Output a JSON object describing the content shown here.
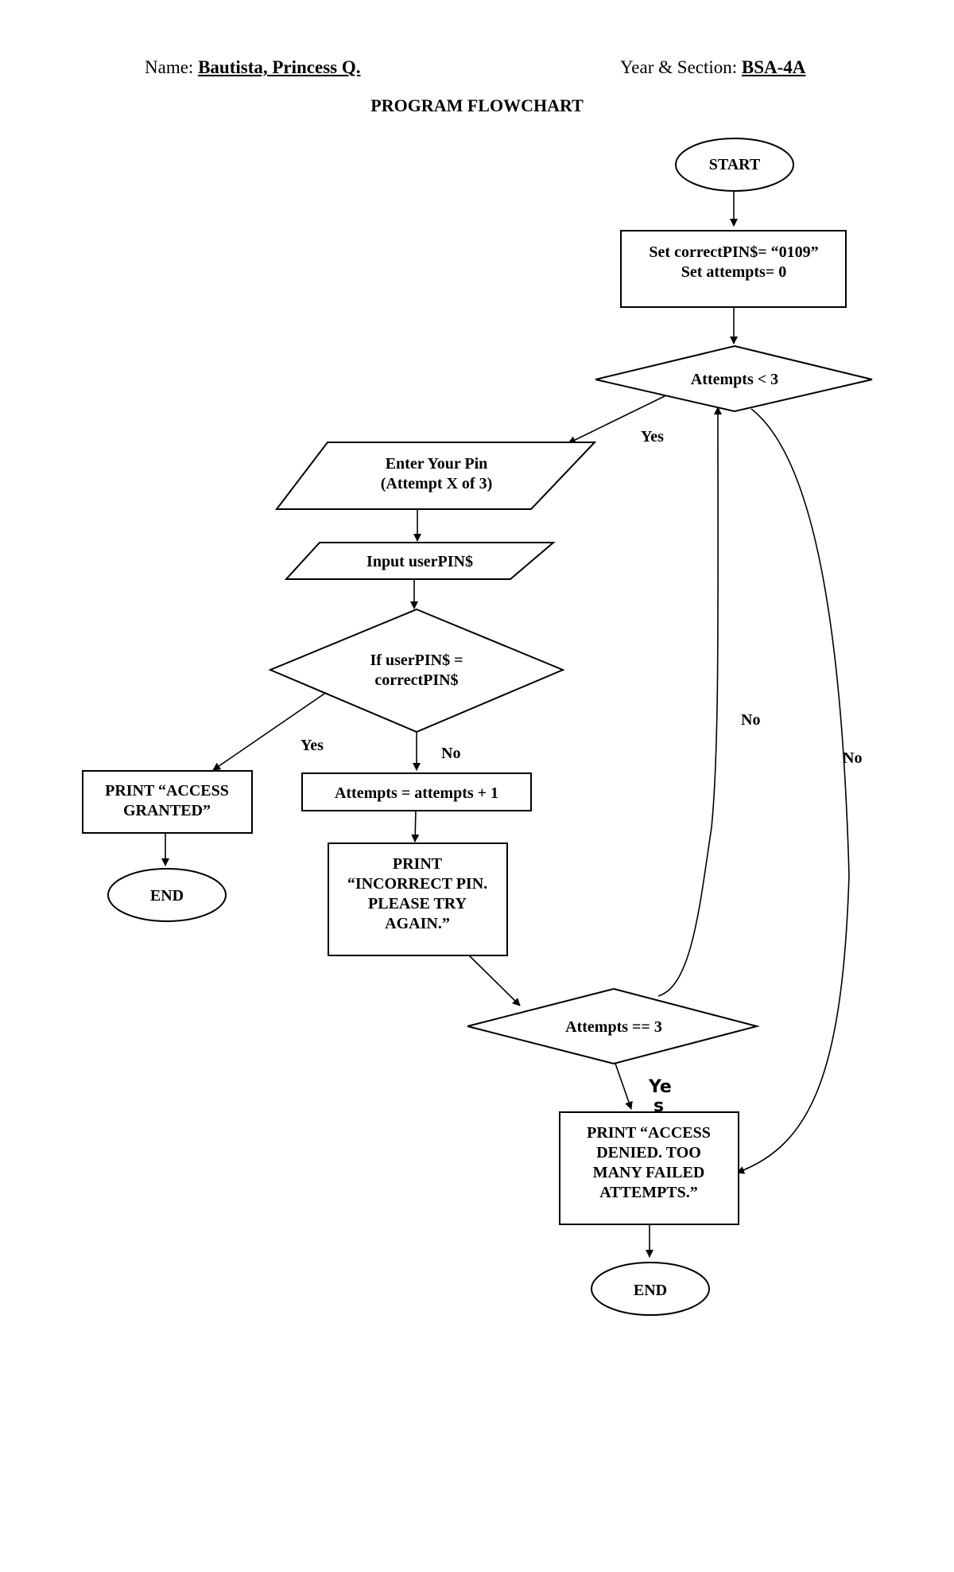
{
  "header": {
    "name_label": "Name:",
    "name_value": "Bautista, Princess Q.",
    "section_label": "Year & Section:",
    "section_value": "BSA-4A"
  },
  "title": "PROGRAM FLOWCHART",
  "nodes": {
    "start": [
      "START"
    ],
    "init": [
      "Set correctPIN$= “0109”",
      "Set attempts= 0"
    ],
    "loop_check": [
      "Attempts < 3"
    ],
    "prompt": [
      "Enter Your Pin",
      "(Attempt X of 3)"
    ],
    "input": [
      "Input userPIN$"
    ],
    "pin_check": [
      "If userPIN$ =",
      "correctPIN$"
    ],
    "granted": [
      "PRINT “ACCESS",
      "GRANTED”"
    ],
    "end_granted": [
      "END"
    ],
    "increment": [
      "Attempts = attempts + 1"
    ],
    "incorrect": [
      "PRINT",
      "“INCORRECT PIN.",
      "PLEASE TRY",
      "AGAIN.”"
    ],
    "max_check": [
      "Attempts == 3"
    ],
    "denied": [
      "PRINT “ACCESS",
      "DENIED. TOO",
      "MANY FAILED",
      "ATTEMPTS.”"
    ],
    "end_denied": [
      "END"
    ]
  },
  "edge_labels": {
    "loop_yes": "Yes",
    "pin_yes": "Yes",
    "pin_no": "No",
    "max_no": "No",
    "loop_no": "No",
    "max_yes": [
      "Ye",
      "s"
    ]
  }
}
